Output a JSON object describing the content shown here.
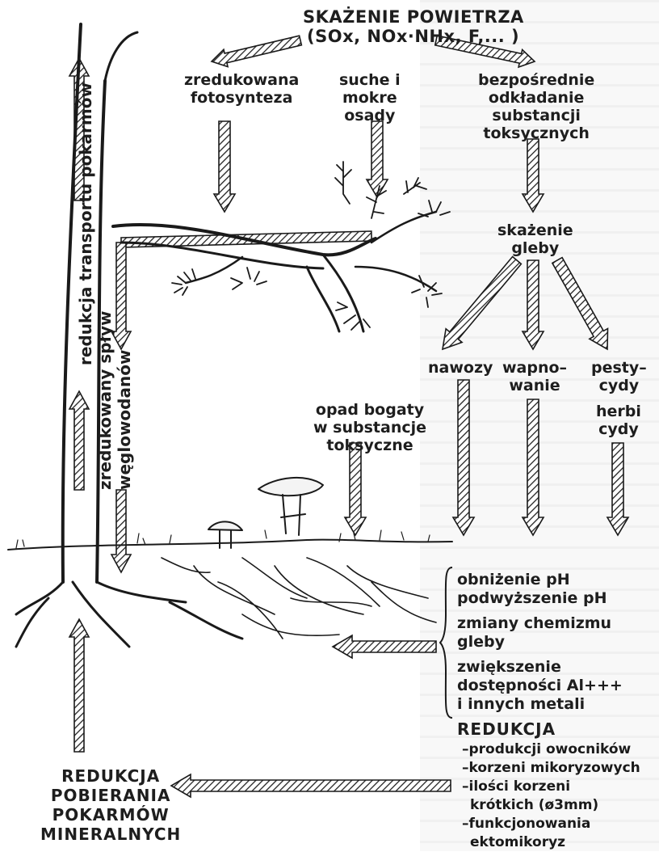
{
  "title": "SKAŻENIE POWIETRZA",
  "title_formula": "(SOx, NOx·NHx, F,... )",
  "labels": {
    "zredukowana": [
      "zredukowana",
      "fotosynteza"
    ],
    "suche": [
      "suche i",
      "mokre",
      "osady"
    ],
    "bezposrednie": [
      "bezpośrednie",
      "odkładanie",
      "substancji",
      "toksycznych"
    ],
    "skazenie_gleby": [
      "skażenie",
      "gleby"
    ],
    "nawozy": "nawozy",
    "wapnowanie": [
      "wapno–",
      "wanie"
    ],
    "pestycydy": [
      "pesty–",
      "cydy"
    ],
    "herbicydy": [
      "herbi",
      "cydy"
    ],
    "opad": [
      "opad bogaty",
      "w substancje",
      "toksyczne"
    ],
    "vert_transport": "redukcja transportu pokarmów",
    "vert_splyw_1": "zredukowany spływ",
    "vert_splyw_2": "węglowodanów"
  },
  "soil_effects": [
    "obniżenie pH",
    "podwyższenie pH",
    "zmiany chemizmu",
    "gleby",
    "zwiększenie",
    "dostępności Al+++",
    "i innych metali"
  ],
  "reduction": {
    "heading": "REDUKCJA",
    "items": [
      "–produkcji owocników",
      "–korzeni mikoryzowych",
      "–ilości korzeni",
      "krótkich (ø3mm)",
      "–funkcjonowania",
      "ektomikoryz"
    ]
  },
  "bottom_left": [
    "REDUKCJA",
    "POBIERANIA",
    "POKARMÓW",
    "MINERALNYCH"
  ]
}
